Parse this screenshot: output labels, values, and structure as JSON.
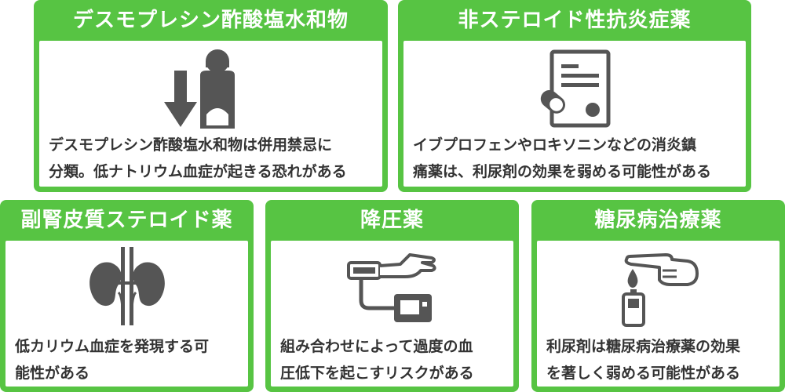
{
  "colors": {
    "card_green": "#57c443",
    "text": "#333333",
    "icon": "#555555"
  },
  "cards": [
    {
      "title": "デスモプレシン酢酸塩水和物",
      "icon": "down-arrow-person-icon",
      "text": "デスモプレシン酢酸塩水和物は併用禁忌に\n分類。低ナトリウム血症が起きる恐れがある"
    },
    {
      "title": "非ステロイド性抗炎症薬",
      "icon": "document-pill-icon",
      "text": "イブプロフェンやロキソニンなどの消炎鎮\n痛薬は、利尿剤の効果を弱める可能性がある"
    },
    {
      "title": "副腎皮質ステロイド薬",
      "icon": "kidneys-icon",
      "text": "低カリウム血症を発現する可\n能性がある"
    },
    {
      "title": "降圧薬",
      "icon": "blood-pressure-monitor-icon",
      "text": "組み合わせによって過度の血\n圧低下を起こすリスクがある"
    },
    {
      "title": "糖尿病治療薬",
      "icon": "glucose-meter-icon",
      "text": "利尿剤は糖尿病治療薬の効果\nを著しく弱める可能性がある"
    }
  ]
}
